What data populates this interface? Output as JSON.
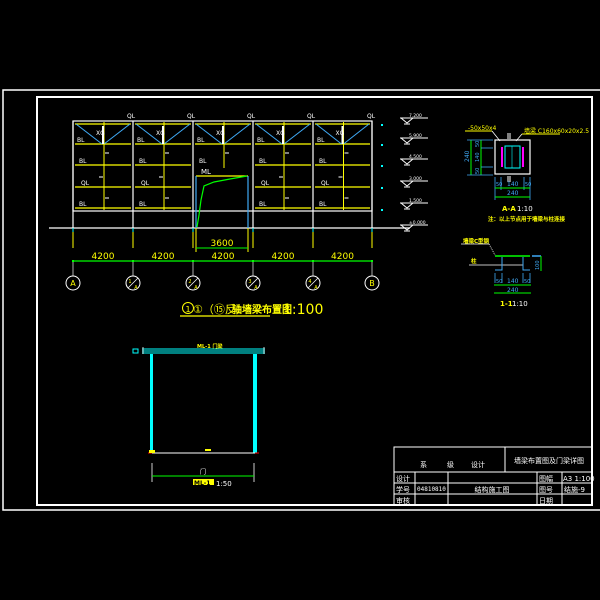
{
  "colors": {
    "background": "#000000",
    "frame": "#ffffff",
    "beam": "#ffff00",
    "brace": "#3fa9f5",
    "column": "#00ffff",
    "dimension": "#00ff00",
    "accent": "#ff00ff",
    "ground": "#ffffff"
  },
  "elevation_view": {
    "title_prefix": "①（⑮反）",
    "title_main": "轴墙梁布置图",
    "title_scale": "1:100",
    "beam_label": "QL",
    "beam_label_alt": "BL",
    "door_beam_label": "ML",
    "brace_label": "XG",
    "opening_width": "3600",
    "bay_dimensions": [
      "4200",
      "4200",
      "4200",
      "4200",
      "4200"
    ],
    "axes": [
      {
        "label": "A",
        "sub": ""
      },
      {
        "label": "1",
        "sub": "A"
      },
      {
        "label": "2",
        "sub": "A"
      },
      {
        "label": "3",
        "sub": "A"
      },
      {
        "label": "4",
        "sub": "A"
      },
      {
        "label": "B",
        "sub": ""
      }
    ],
    "levels": [
      "7.200",
      "5.900",
      "4.500",
      "3.000",
      "1.500",
      "±0.000"
    ]
  },
  "detail_aa": {
    "label_left": "-50x50x4",
    "label_right": "墙梁 C160x60x20x2.5",
    "dims_vertical": [
      "50",
      "140",
      "50"
    ],
    "dim_vertical_total": "240",
    "dims_horizontal": [
      "50",
      "140",
      "50"
    ],
    "dim_horizontal_total": "240",
    "title": "A-A",
    "scale": "1:10",
    "note": "注：以上节点用于墙梁与柱连接"
  },
  "detail_11": {
    "label_top": "墙梁C型钢",
    "label_mid": "柱",
    "dims_horizontal": [
      "50",
      "140",
      "50"
    ],
    "dim_horizontal_total": "240",
    "dim_side": "100",
    "title": "1-1",
    "scale": "1:10"
  },
  "door_frame": {
    "top_label": "ML-1 门梁",
    "width_label": "门",
    "title": "ML-1",
    "scale": "1:50"
  },
  "title_block": {
    "school_left": "系",
    "school_mid": "级",
    "design_label": "设计",
    "drawing_name": "墙梁布置图及门梁详图",
    "row_design": "设计",
    "row_student_no": "学号",
    "student_no": "04810810",
    "row_review": "审核",
    "project_name": "结构施工图",
    "row_scale": "图幅",
    "scale_value": "A3 1:100",
    "row_sheet": "图号",
    "sheet_value": "结施-9",
    "row_date": "日期",
    "date_value": ""
  }
}
